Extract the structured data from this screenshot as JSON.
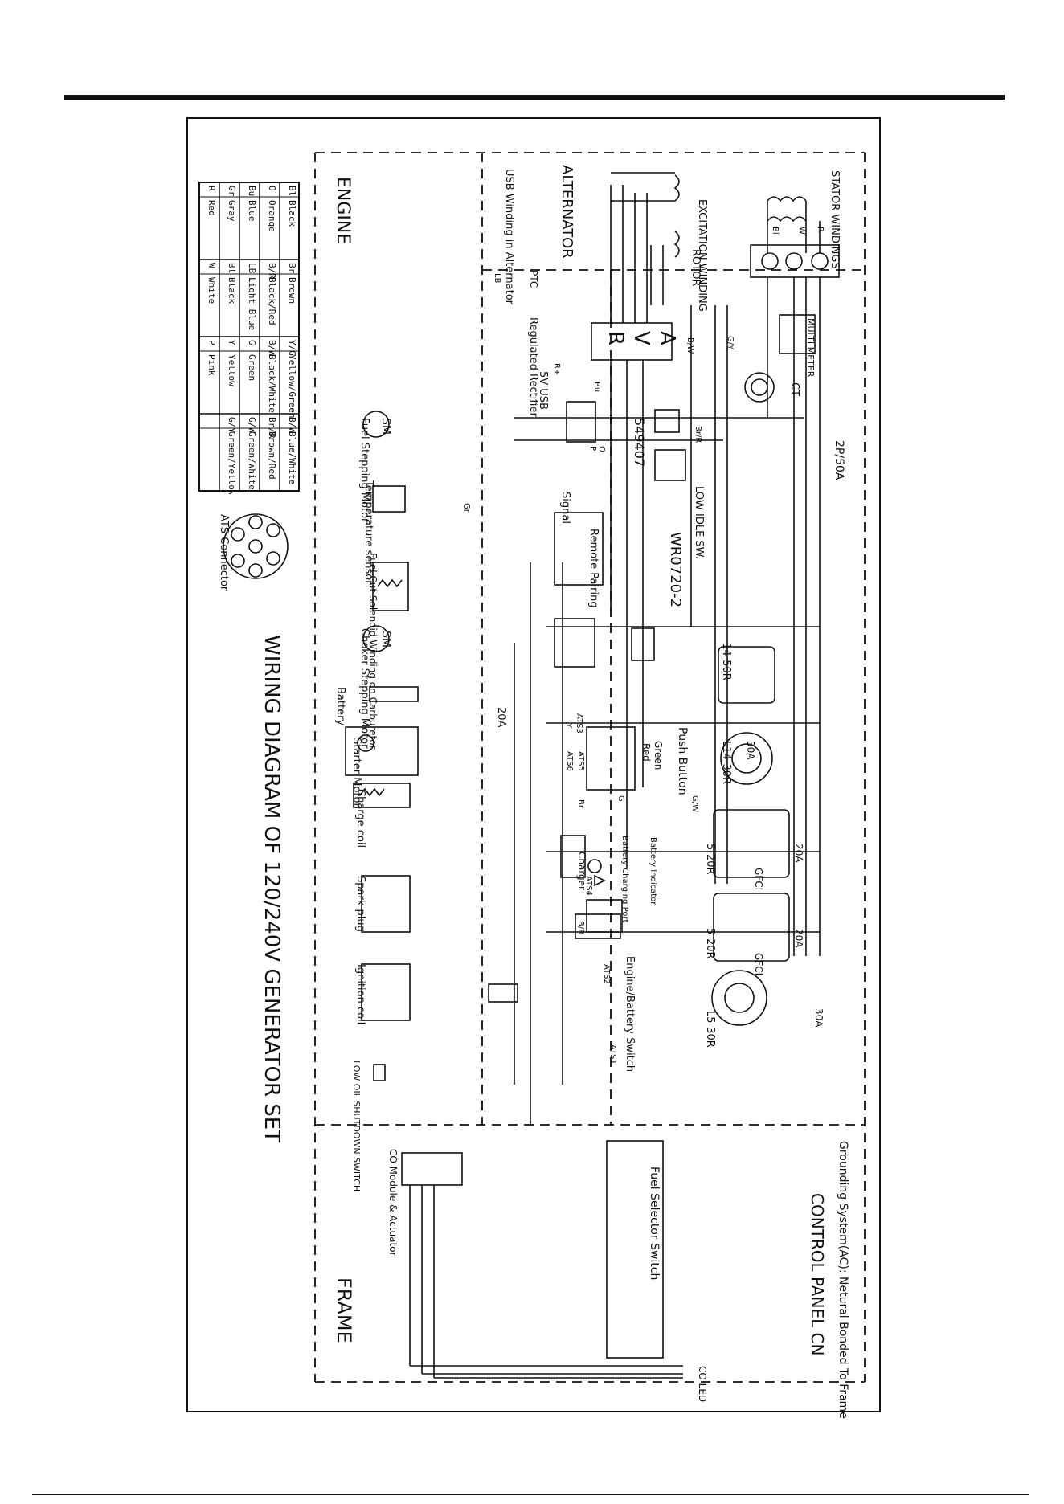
{
  "sections": {
    "engine": "ENGINE",
    "alternator": "ALTERNATOR",
    "control_panel": "CONTROL PANEL CN",
    "frame": "FRAME"
  },
  "title": "WIRING DIAGRAM OF 120/240V GENERATOR SET",
  "grounding_note": "Grounding System(AC): Netural Bonded To Frame",
  "color_legend": [
    [
      "Bl",
      "Black",
      "Br",
      "Brown",
      "Y/G",
      "Yellow/Green",
      "B/W",
      "Blue/White"
    ],
    [
      "O",
      "Orange",
      "B/R",
      "Black/Red",
      "B/W",
      "Black/White",
      "Br/R",
      "Brown/Red"
    ],
    [
      "Bu",
      "Blue",
      "LB",
      "Light Blue",
      "G",
      "Green",
      "G/W",
      "Green/White"
    ],
    [
      "Gr",
      "Gray",
      "Bl",
      "Black",
      "Y",
      "Yellow",
      "G/Y",
      "Green/Yellow"
    ],
    [
      "R",
      "Red",
      "W",
      "White",
      "P",
      "Pink",
      "",
      ""
    ]
  ],
  "components": {
    "stator": "STATOR WINDINGS",
    "excitation": "EXCITATION WINDING",
    "rotor": "ROTOR",
    "usb_winding": "USB Winding in Alternator",
    "ptc": "PTC",
    "rectifier": "Regulated Rectifier",
    "usb": "5V USB",
    "avr_a": "A",
    "avr_v": "V",
    "avr_r": "R",
    "multimeter": "MULTI METER",
    "ct": "CT",
    "breaker_main": "2P/50A",
    "module_549407": "549407",
    "low_idle": "LOW IDLE SW.",
    "wr": "WR0720-2",
    "remote_pairing": "Remote Pairing",
    "signal": "Signal",
    "fuel_motor": "Fuel Stepping Motor",
    "sm": "SM",
    "temp_sensor": "Temperature sensor",
    "fuel_solenoid": "Fuel Cut Solenoid Winding on Carburetor",
    "choker": "Choker Stepping Motor",
    "battery": "Battery",
    "starter": "Starter Motor",
    "charge_coil": "Charge coil",
    "spark_plug": "Spark plug",
    "ignition_coil": "Ignition coil",
    "low_oil": "LOW OIL SHUTDOWN SWITCH",
    "push_button": "Push Button",
    "green": "Green",
    "red": "Red",
    "charger": "Charger",
    "battery_indicator": "Battery Indicator",
    "battery_port": "Battery Charging Port",
    "engine_switch": "Engine/Battery Switch",
    "fuse_20a": "20A",
    "receptacle_1": "14-50R",
    "receptacle_2": "L14-30R",
    "receptacle_3": "5-20R",
    "receptacle_4": "5-20R",
    "receptacle_5": "L5-30R",
    "gfci": "GFCI",
    "amp_30": "30A",
    "amp_20": "20A",
    "fuel_selector": "Fuel Selector Switch",
    "co_module": "CO Module & Actuator",
    "co_led": "CO LED",
    "ats_connector": "ATS Connector",
    "ats1": "ATS1",
    "ats2": "ATS2",
    "ats3": "ATS3",
    "ats4": "ATS4",
    "ats5": "ATS5",
    "ats6": "ATS6"
  },
  "wire_labels": [
    "R",
    "W",
    "Bl",
    "G/Y",
    "B/W",
    "B/R",
    "Bu",
    "Br",
    "O",
    "Y",
    "P",
    "G",
    "Gr",
    "LB",
    "Br/R",
    "G/W",
    "R+"
  ]
}
